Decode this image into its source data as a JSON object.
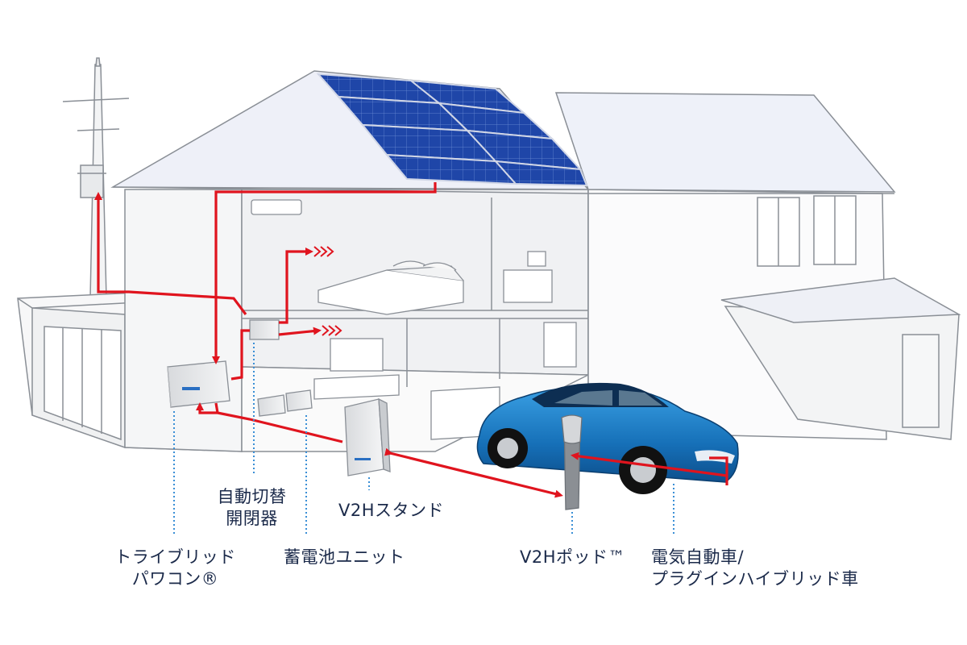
{
  "labels": {
    "inverter": {
      "line1": "トライブリッド",
      "line2": "パワコン®"
    },
    "switch": {
      "line1": "自動切替",
      "line2": "開閉器"
    },
    "battery": {
      "line1": "蓄電池ユニット"
    },
    "v2h_stand": {
      "line1": "V2Hスタンド"
    },
    "v2h_pod": {
      "line1": "V2Hポッド™"
    },
    "ev": {
      "line1": "電気自動車/",
      "line2": "プラグインハイブリッド車"
    }
  },
  "colors": {
    "flow_line": "#e0141e",
    "leader_line": "#3a8fd6",
    "house_outline": "#8a8f96",
    "solar_panel": "#1d3f9a",
    "car_body": "#1a78c2",
    "roof": "#f2f4fa",
    "label_text": "#1b2a4a"
  }
}
